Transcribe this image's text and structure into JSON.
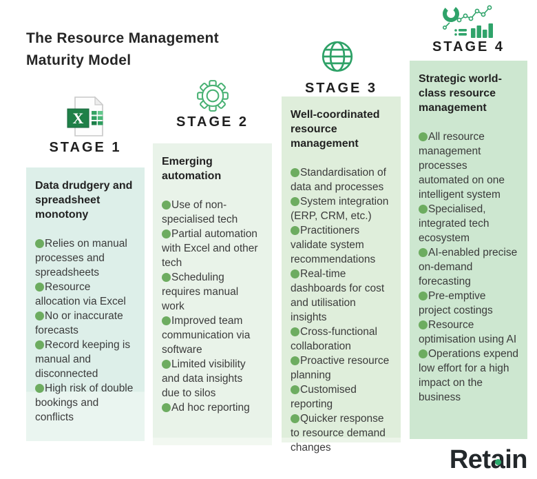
{
  "title": "The Resource Management Maturity Model",
  "stages": [
    {
      "label": "STAGE 1",
      "icon": "excel-file-icon",
      "heading": "Data drudgery and spreadsheet monotony",
      "bullets": [
        "Relies on manual processes and spreadsheets",
        "Resource allocation via Excel",
        "No or inaccurate forecasts",
        "Record keeping is manual and disconnected",
        "High risk of double bookings and conflicts"
      ]
    },
    {
      "label": "STAGE 2",
      "icon": "gear-icon",
      "heading": "Emerging automation",
      "bullets": [
        "Use of non-specialised tech",
        "Partial automation with Excel and other tech",
        "Scheduling requires manual work",
        "Improved team communication via software",
        "Limited visibility and data insights due to silos",
        "Ad hoc reporting"
      ]
    },
    {
      "label": "STAGE 3",
      "icon": "globe-icon",
      "heading": "Well-coordinated resource management",
      "bullets": [
        "Standardisation of data and processes",
        "System integration (ERP, CRM, etc.)",
        "Practitioners validate system recommendations",
        "Real-time dashboards for cost and utilisation insights",
        "Cross-functional collaboration",
        "Proactive resource planning",
        "Customised reporting",
        "Quicker response to resource demand changes"
      ]
    },
    {
      "label": "STAGE 4",
      "icon": "analytics-icon",
      "heading": "Strategic world-class resource management",
      "bullets": [
        "All resource management processes automated on one intelligent system",
        "Specialised, integrated tech ecosystem",
        "AI-enabled precise on-demand forecasting",
        "Pre-emptive project costings",
        "Resource optimisation using AI",
        "Operations expend low effort for a high impact on the business"
      ]
    }
  ],
  "logo": {
    "pre": "Ret",
    "a": "a",
    "post": "in"
  },
  "colors": {
    "accent_green": "#2ea167",
    "bullet_green": "#6dac60",
    "panel_stage1": "#ddefe9",
    "panel_stage2": "#e9f3e9",
    "panel_stage3": "#dfeedb",
    "panel_stage4": "#cde7d0",
    "title_text": "#262626",
    "body_text": "#3b3b3b",
    "logo_text": "#23282b",
    "logo_dot": "#2aa96b"
  }
}
